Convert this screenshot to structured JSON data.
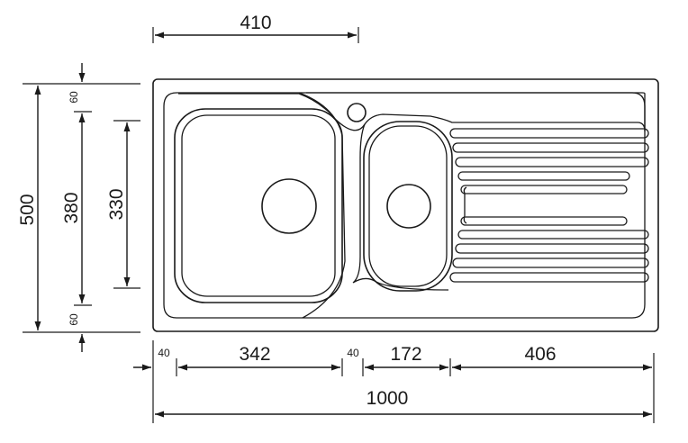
{
  "dimensions": {
    "top_width": "410",
    "overall_depth": "500",
    "bowl_depth_outer": "380",
    "bowl_depth_inner": "330",
    "top_margin": "60",
    "bottom_margin": "60",
    "left_margin": "40",
    "main_bowl_width": "342",
    "between_bowls": "40",
    "small_bowl_width": "172",
    "drainer_width": "406",
    "overall_length": "1000"
  },
  "colors": {
    "line": "#1a1a1a",
    "background": "#ffffff"
  }
}
